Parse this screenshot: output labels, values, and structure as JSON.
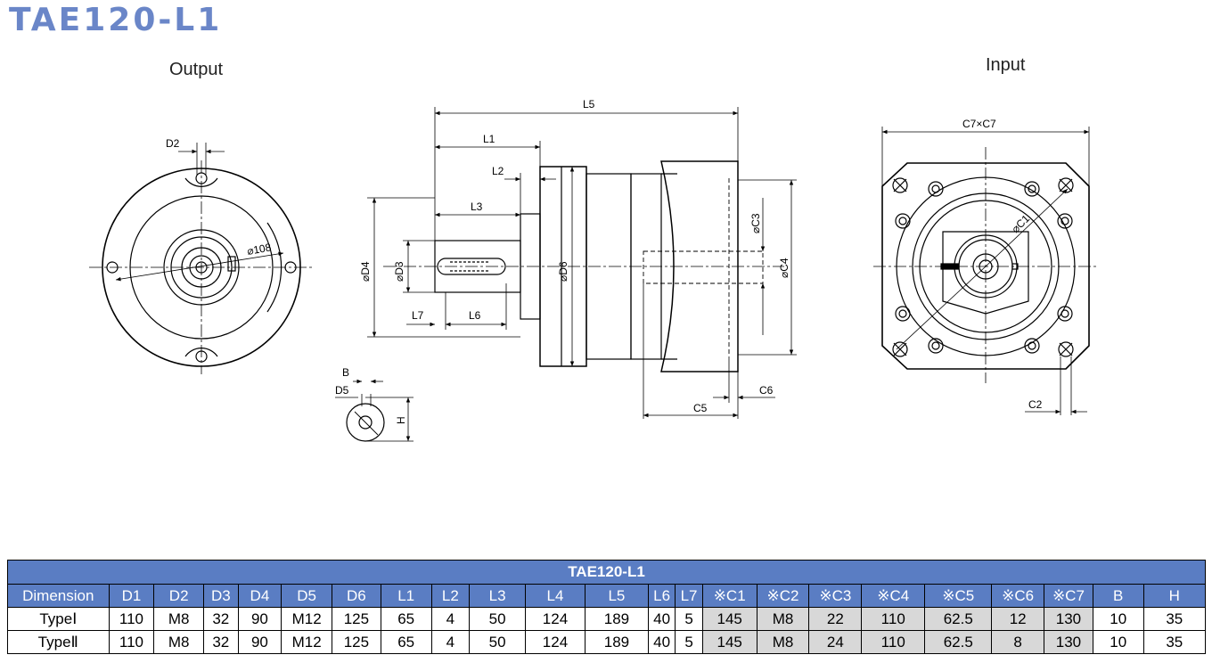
{
  "title": "TAE120-L1",
  "views": {
    "output": "Output",
    "input": "Input"
  },
  "dims": {
    "d2": "D2",
    "dia108": "⌀108",
    "l5": "L5",
    "l1": "L1",
    "l2": "L2",
    "l3": "L3",
    "d4": "⌀D4",
    "d3": "⌀D3",
    "l7": "L7",
    "l6": "L6",
    "d6": "⌀D6",
    "c3": "⌀C3",
    "c4": "⌀C4",
    "c5": "C5",
    "c6": "C6",
    "b": "B",
    "d5": "D5",
    "h": "H",
    "c7c7": "C7×C7",
    "c1": "⌀C1",
    "c2": "C2"
  },
  "table": {
    "caption": "TAE120-L1",
    "headers": [
      "Dimension",
      "D1",
      "D2",
      "D3",
      "D4",
      "D5",
      "D6",
      "L1",
      "L2",
      "L3",
      "L4",
      "L5",
      "L6",
      "L7",
      "※C1",
      "※C2",
      "※C3",
      "※C4",
      "※C5",
      "※C6",
      "※C7",
      "B",
      "H"
    ],
    "rows": [
      [
        "TypeⅠ",
        "110",
        "M8",
        "32",
        "90",
        "M12",
        "125",
        "65",
        "4",
        "50",
        "124",
        "189",
        "40",
        "5",
        "145",
        "M8",
        "22",
        "110",
        "62.5",
        "12",
        "130",
        "10",
        "35"
      ],
      [
        "TypeⅡ",
        "110",
        "M8",
        "32",
        "90",
        "M12",
        "125",
        "65",
        "4",
        "50",
        "124",
        "189",
        "40",
        "5",
        "145",
        "M8",
        "24",
        "110",
        "62.5",
        "8",
        "130",
        "10",
        "35"
      ]
    ]
  }
}
